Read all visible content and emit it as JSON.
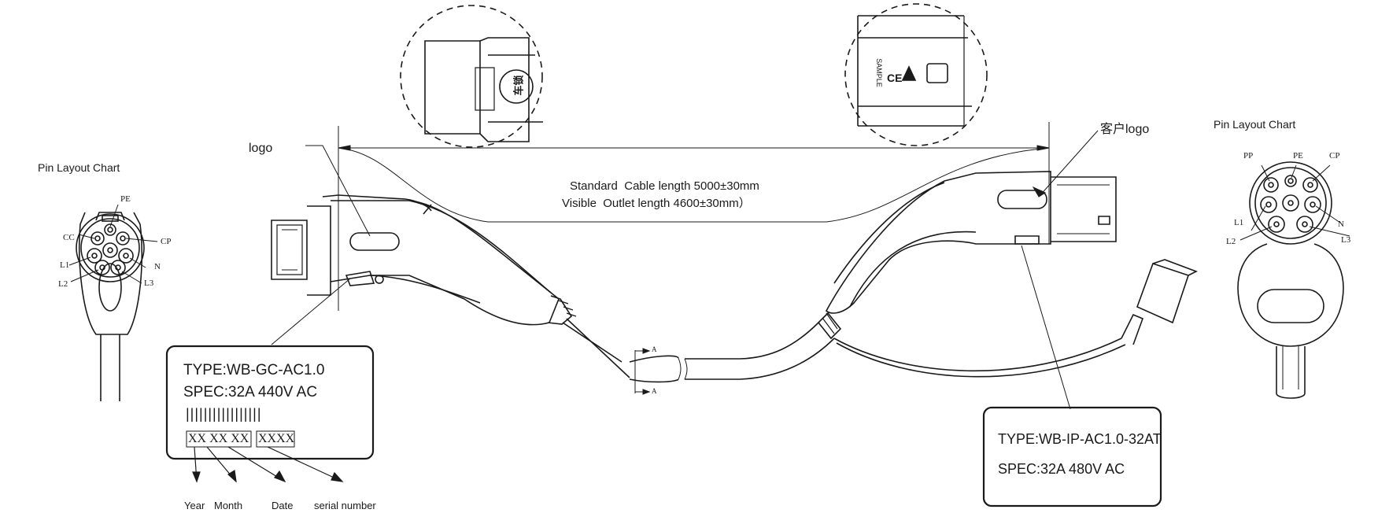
{
  "left_pin_chart": {
    "title": "Pin Layout Chart",
    "pins": {
      "pe": "PE",
      "cc": "CC",
      "cp": "CP",
      "l1": "L1",
      "n": "N",
      "l2": "L2",
      "l3": "L3"
    }
  },
  "right_pin_chart": {
    "title": "Pin Layout Chart",
    "pins": {
      "pp": "PP",
      "pe": "PE",
      "cp": "CP",
      "l1": "L1",
      "n": "N",
      "l2": "L2",
      "l3": "L3"
    }
  },
  "left_plug": {
    "logo_label": "logo",
    "detail_text": "车锁"
  },
  "right_plug": {
    "logo_label": "客户logo",
    "detail_text": "SAMPLE"
  },
  "cable": {
    "standard_word": "Standard",
    "standard_text": "Cable length 5000±30mm",
    "visible_word": "Visible",
    "visible_text": "Outlet length 4600±30mm）",
    "section_marker": "A"
  },
  "left_label": {
    "type": "TYPE:WB-GC-AC1.0",
    "spec": "SPEC:32A 440V AC",
    "barcode": "|||||||||||||||||",
    "date_code": "XX XX XX",
    "serial_code": "XXXX",
    "legend": {
      "year": "Year",
      "month": "Month",
      "date": "Date",
      "serial": "serial number"
    }
  },
  "right_label": {
    "type": "TYPE:WB-IP-AC1.0-32AT",
    "spec": "SPEC:32A 480V AC"
  }
}
